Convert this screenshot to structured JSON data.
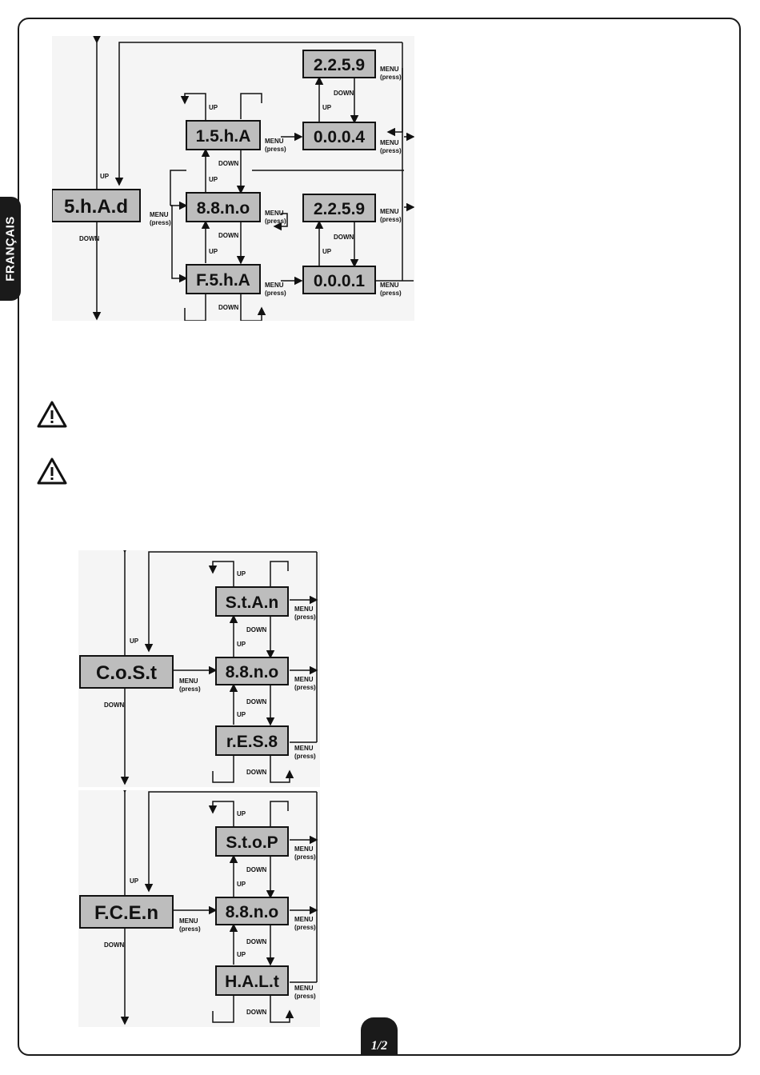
{
  "side_tab": {
    "label": "FRANÇAIS"
  },
  "page_number": "1/2",
  "labels": {
    "up": "UP",
    "down": "DOWN",
    "menu": "MENU",
    "press": "(press)"
  },
  "diagram1": {
    "main": "5.h.A.d",
    "items": [
      "1.5.h.A",
      "8.8.n.o",
      "F.5.h.A"
    ],
    "values": [
      "2.2.5.9",
      "0.0.0.4",
      "2.2.5.9",
      "0.0.0.1"
    ]
  },
  "diagram2": {
    "main": "C.o.S.t",
    "items": [
      "S.t.A.n",
      "8.8.n.o",
      "r.E.S.8"
    ]
  },
  "diagram3": {
    "main": "F.C.E.n",
    "items": [
      "S.t.o.P",
      "8.8.n.o",
      "H.A.L.t"
    ]
  }
}
